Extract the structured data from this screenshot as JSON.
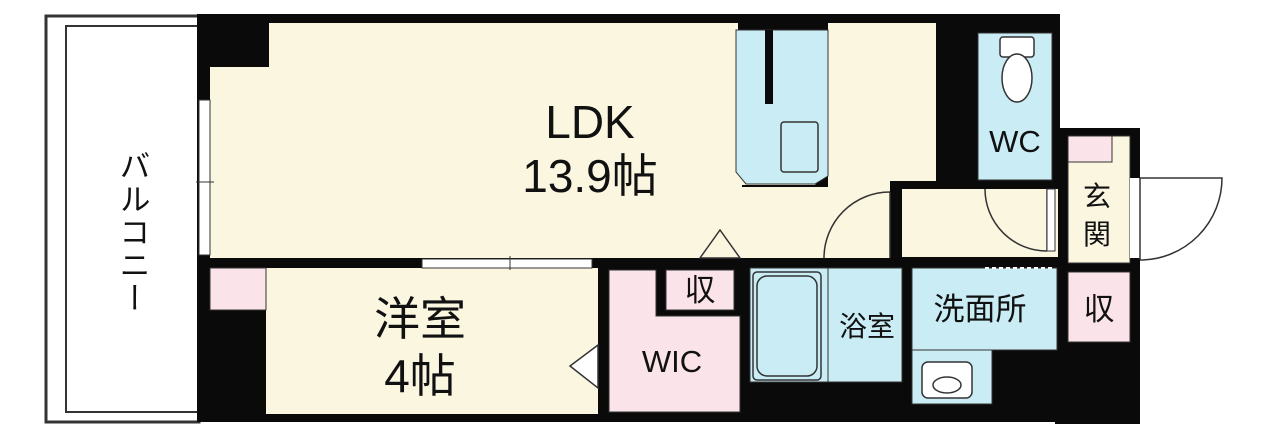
{
  "colors": {
    "wall": "#0a0a0a",
    "living_floor": "#fbf6e0",
    "wet_area": "#c9ecf5",
    "storage": "#fbe3ea",
    "outline": "#333333",
    "background": "#ffffff"
  },
  "rooms": {
    "ldk": {
      "name": "LDK",
      "size": "13.9帖"
    },
    "western": {
      "name": "洋室",
      "size": "4帖"
    },
    "balcony": {
      "name": "バルコニー"
    },
    "wic": {
      "name": "WIC"
    },
    "storage_1": {
      "name": "収"
    },
    "storage_2": {
      "name": "収"
    },
    "bathroom": {
      "name": "浴室"
    },
    "washroom": {
      "name": "洗面所"
    },
    "toilet": {
      "name": "WC"
    },
    "entrance": {
      "name": "玄関"
    }
  }
}
